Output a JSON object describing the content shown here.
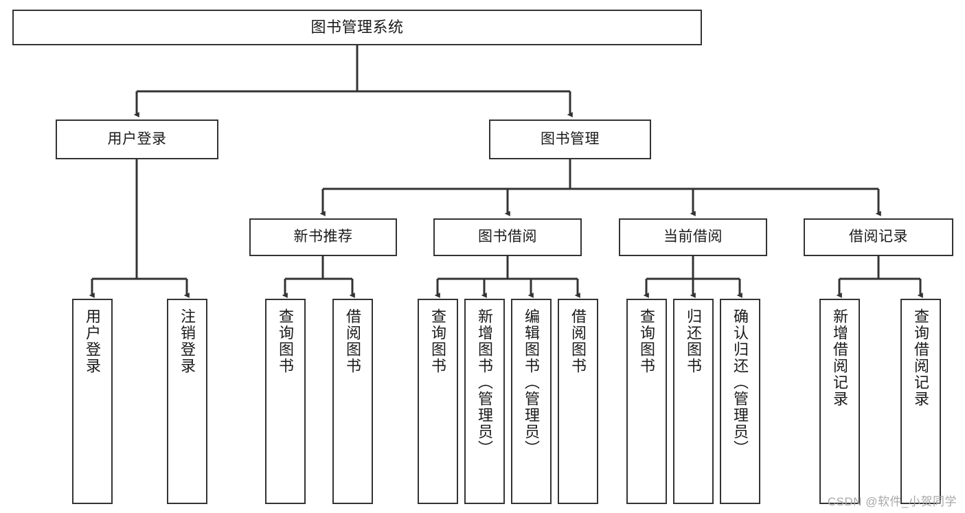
{
  "diagram": {
    "type": "tree-hierarchy",
    "title": "图书管理系统",
    "root": {
      "id": "root",
      "label": "图书管理系统"
    },
    "level2": [
      {
        "id": "user-login",
        "label": "用户登录"
      },
      {
        "id": "book-management",
        "label": "图书管理"
      }
    ],
    "level3": [
      {
        "id": "new-book-recommend",
        "label": "新书推荐",
        "parent": "book-management"
      },
      {
        "id": "book-borrow",
        "label": "图书借阅",
        "parent": "book-management"
      },
      {
        "id": "current-borrow",
        "label": "当前借阅",
        "parent": "book-management"
      },
      {
        "id": "borrow-record",
        "label": "借阅记录",
        "parent": "book-management"
      }
    ],
    "leaves": {
      "user-login": [
        {
          "id": "leaf-user-login",
          "label": "用户登录"
        },
        {
          "id": "leaf-logout",
          "label": "注销登录"
        }
      ],
      "new-book-recommend": [
        {
          "id": "leaf-query-book-1",
          "label": "查询图书"
        },
        {
          "id": "leaf-borrow-book-1",
          "label": "借阅图书"
        }
      ],
      "book-borrow": [
        {
          "id": "leaf-query-book-2",
          "label": "查询图书"
        },
        {
          "id": "leaf-add-book",
          "label": "新增图书（管理员）"
        },
        {
          "id": "leaf-edit-book",
          "label": "编辑图书（管理员）"
        },
        {
          "id": "leaf-borrow-book-2",
          "label": "借阅图书"
        }
      ],
      "current-borrow": [
        {
          "id": "leaf-query-book-3",
          "label": "查询图书"
        },
        {
          "id": "leaf-return-book",
          "label": "归还图书"
        },
        {
          "id": "leaf-confirm-return",
          "label": "确认归还（管理员）"
        }
      ],
      "borrow-record": [
        {
          "id": "leaf-add-record",
          "label": "新增借阅记录"
        },
        {
          "id": "leaf-query-record",
          "label": "查询借阅记录"
        }
      ]
    }
  },
  "watermark": {
    "text": "CSDN @软件_小贺同学"
  },
  "colors": {
    "stroke": "#333333",
    "box_fill": "#ffffff",
    "text": "#1a1a1a",
    "watermark": "#a8a8a8",
    "background": "#ffffff"
  }
}
